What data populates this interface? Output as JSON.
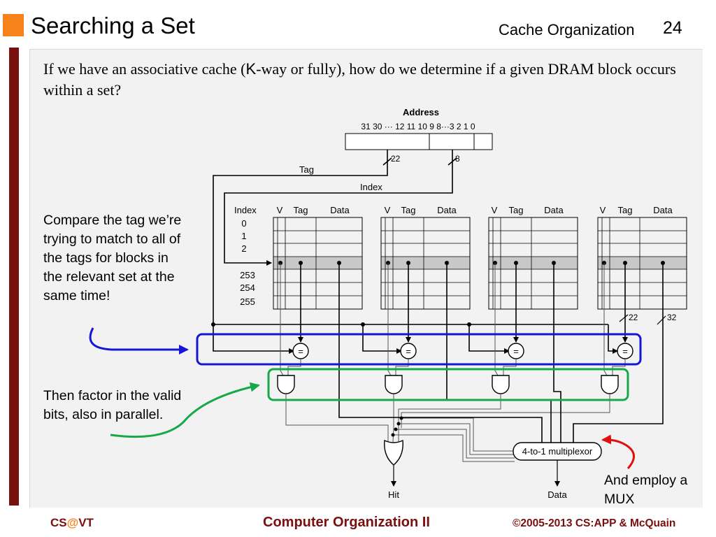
{
  "header": {
    "title": "Searching a Set",
    "topic": "Cache Organization",
    "slide_number": "24"
  },
  "body": {
    "question_pre": "If we have an associative cache (",
    "question_k": "K",
    "question_post": "-way or fully), how do we determine if a given DRAM block occurs within a set?",
    "callout_compare": "Compare the tag we’re trying to match to all of the tags for blocks in the relevant set at the same time!",
    "callout_valid": "Then factor in the valid bits, also in parallel.",
    "callout_mux": "And employ a MUX"
  },
  "diagram": {
    "address_label": "Address",
    "bit_labels": "31 30 ··· 12 11 10 9 8···3 2 1 0",
    "tag_width": "22",
    "index_width": "8",
    "tag_label": "Tag",
    "index_label": "Index",
    "table_headers": {
      "index": "Index",
      "valid": "V",
      "tag": "Tag",
      "data": "Data"
    },
    "index_rows_top": [
      "0",
      "1",
      "2"
    ],
    "index_rows_bottom": [
      "253",
      "254",
      "255"
    ],
    "comparator_symbol": "=",
    "tag_bus_width": "22",
    "data_bus_width": "32",
    "mux_label": "4-to-1 multiplexor",
    "hit_label": "Hit",
    "data_label": "Data"
  },
  "colors": {
    "accent_orange": "#f7821b",
    "maroon": "#7a0f0f",
    "highlight_blue": "#1515d6",
    "highlight_green": "#18a84a",
    "arrow_red": "#e01010"
  },
  "footer": {
    "left_prefix": "CS",
    "left_at": "@",
    "left_suffix": "VT",
    "center": "Computer Organization II",
    "right": "©2005-2013 CS:APP & McQuain"
  }
}
